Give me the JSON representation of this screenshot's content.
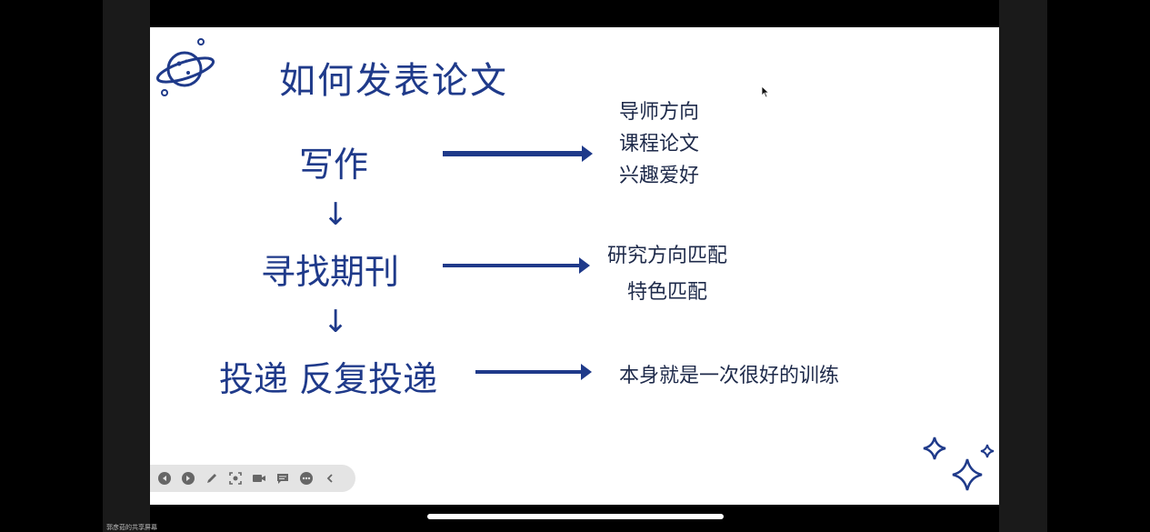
{
  "slide": {
    "title": "如何发表论文",
    "steps": {
      "write": "写作",
      "find_journal": "寻找期刊",
      "submit": "投递 反复投递"
    },
    "down_arrow": "↓",
    "notes": {
      "write": [
        "导师方向",
        "课程论文",
        "兴趣爱好"
      ],
      "find_journal": [
        "研究方向匹配",
        "特色匹配"
      ],
      "submit": [
        "本身就是一次很好的训练"
      ]
    },
    "colors": {
      "accent": "#1f3a8a",
      "background": "#ffffff"
    }
  },
  "toolbar": {
    "buttons": [
      "previous-icon",
      "next-icon",
      "pen-icon",
      "screenshot-icon",
      "camera-icon",
      "comment-icon",
      "more-icon",
      "collapse-icon"
    ]
  },
  "share_caption": "郭彦茹的共享屏幕"
}
